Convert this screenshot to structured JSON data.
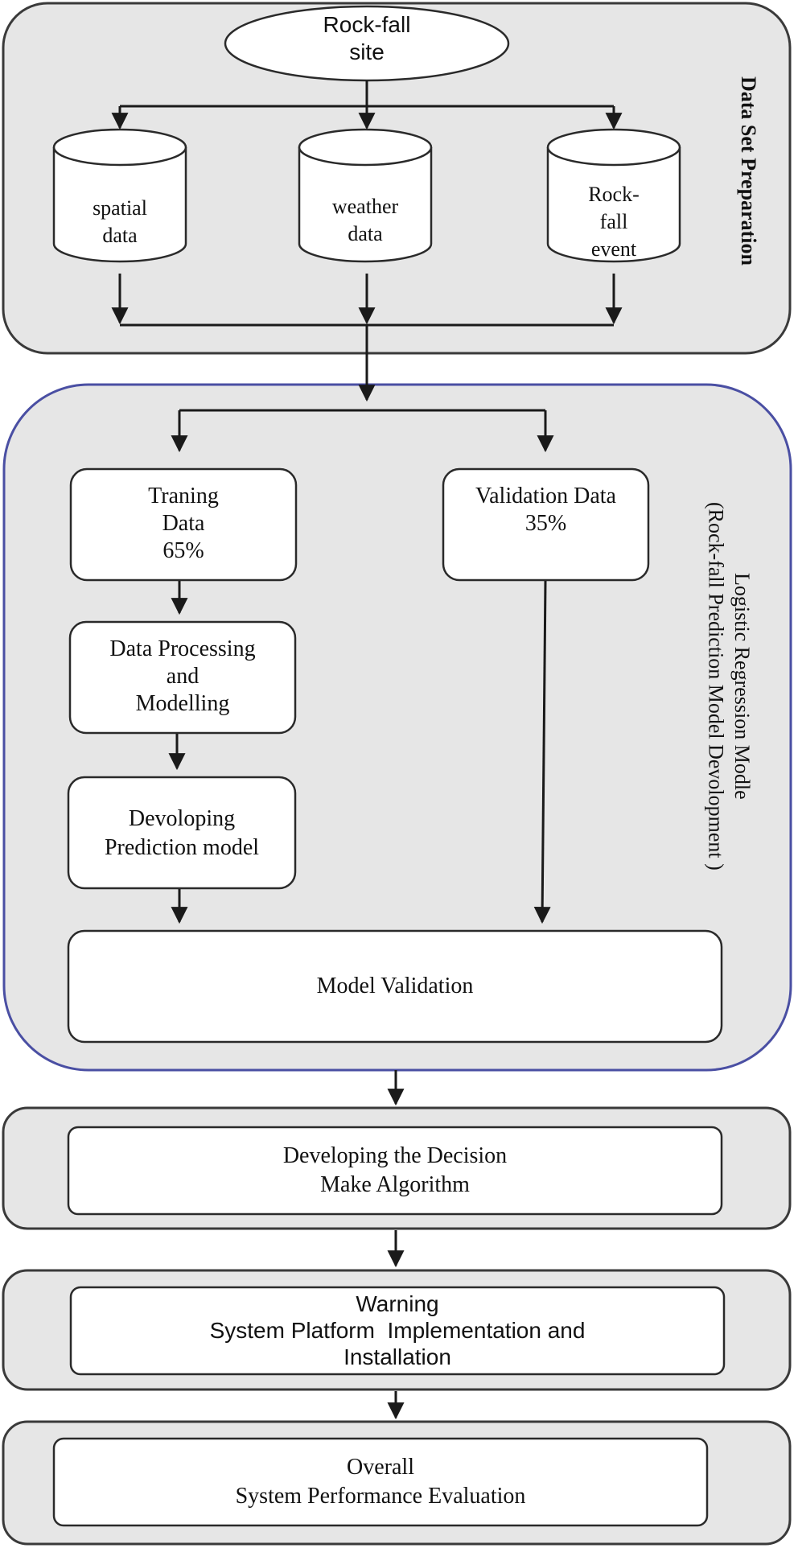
{
  "sections": {
    "data_set_preparation": {
      "label": "Data Set Preparation",
      "site": [
        "Rock-fall",
        "site"
      ],
      "sources": [
        [
          "spatial",
          "data"
        ],
        [
          "weather",
          "data"
        ],
        [
          "Rock-",
          "fall",
          "event"
        ]
      ]
    },
    "logistic_regression": {
      "label": [
        "Logistic Regression Modle",
        "(Rock-fall Prediction Model Devolopment )"
      ],
      "training": [
        "Traning",
        "Data",
        "65%"
      ],
      "validation": [
        "Validation Data",
        "35%"
      ],
      "processing": [
        "Data Processing",
        "and",
        "Modelling"
      ],
      "developing": [
        "Devoloping",
        "Prediction model"
      ],
      "model_validation": "Model Validation"
    },
    "decision": [
      "Developing the Decision",
      "Make Algorithm"
    ],
    "warning": [
      "Warning",
      "System Platform  Implementation and",
      "Installation"
    ],
    "evaluation": [
      "Overall",
      "System Performance Evaluation"
    ]
  },
  "colors": {
    "panel_fill": "#e6e6e6",
    "panel_stroke": "#3a3a3a",
    "model_panel_stroke": "#4a4fa3",
    "box_fill": "#ffffff",
    "line": "#1a1a1a"
  }
}
